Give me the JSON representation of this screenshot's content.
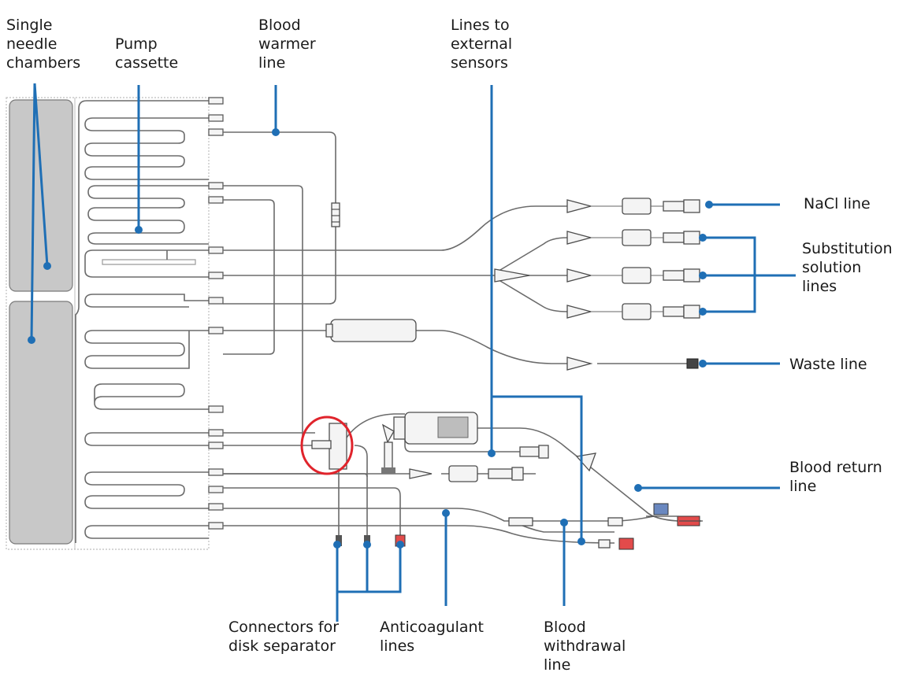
{
  "labels": {
    "single_needle": "Single\nneedle\nchambers",
    "pump_cassette": "Pump\ncassette",
    "blood_warmer": "Blood\nwarmer\nline",
    "external_sensors": "Lines to\nexternal\nsensors",
    "nacl": "NaCl line",
    "substitution": "Substitution\nsolution\nlines",
    "waste": "Waste line",
    "blood_return": "Blood return\nline",
    "disk_separator": "Connectors for\ndisk separator",
    "anticoagulant": "Anticoagulant\nlines",
    "blood_withdrawal": "Blood\nwithdrawal\nline"
  },
  "colors": {
    "leader": "#1f6fb5",
    "chamber_fill": "#c8c8c8",
    "highlight_circle": "#e0242c",
    "tube": "#6b6b6b"
  }
}
